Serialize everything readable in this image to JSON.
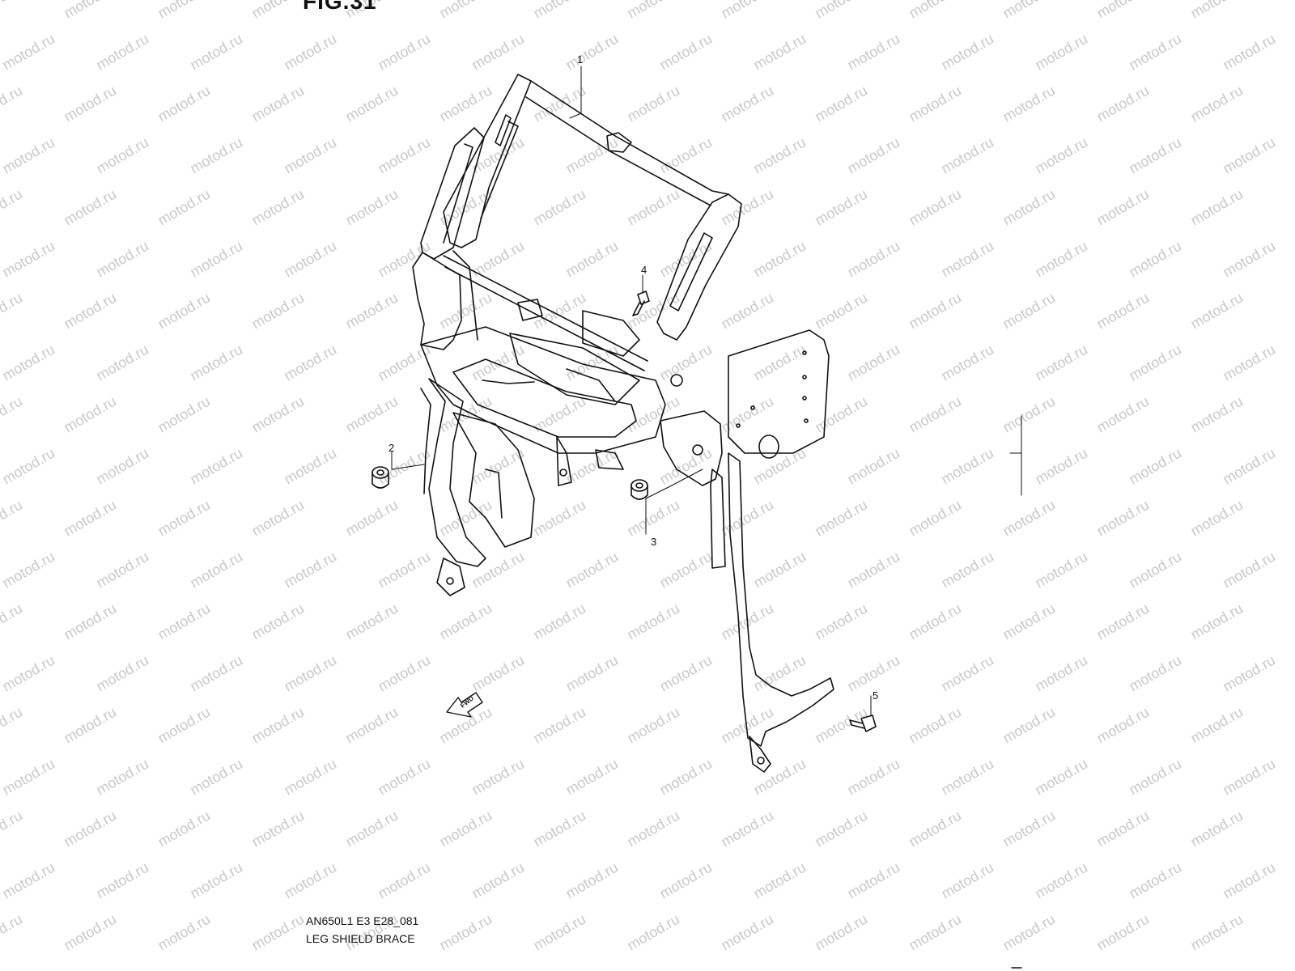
{
  "figure": {
    "title": "FIG.31"
  },
  "watermark": {
    "text": "motod.ru",
    "color": "#c9c9c9"
  },
  "callouts": [
    {
      "id": "1",
      "label": "1"
    },
    {
      "id": "2",
      "label": "2"
    },
    {
      "id": "3",
      "label": "3"
    },
    {
      "id": "4",
      "label": "4"
    },
    {
      "id": "5",
      "label": "5"
    }
  ],
  "fwd_label": "FWD",
  "caption": {
    "model_code": "AN650L1 E3 E28_081",
    "part_name": "LEG SHIELD BRACE"
  }
}
